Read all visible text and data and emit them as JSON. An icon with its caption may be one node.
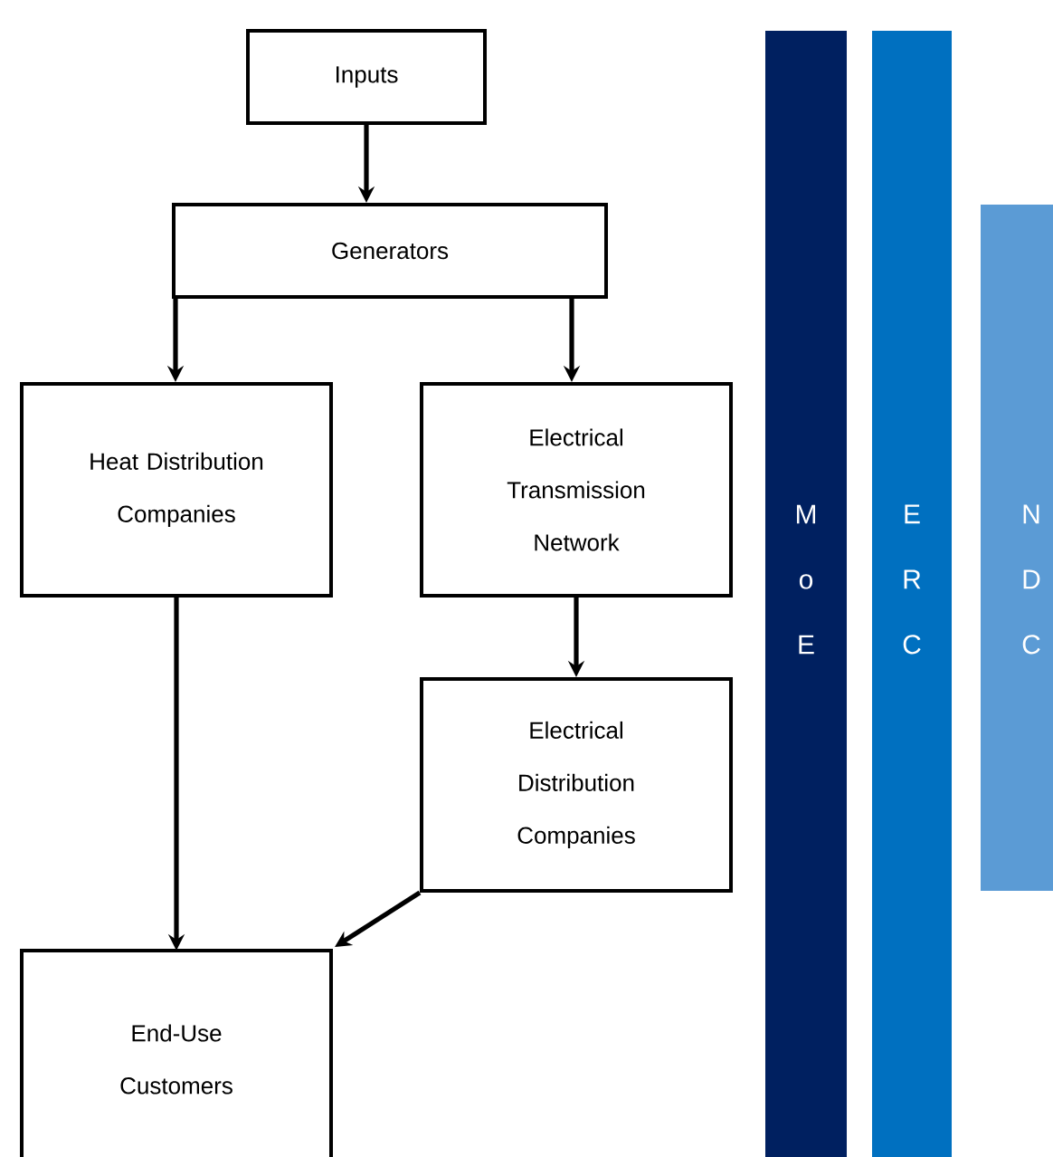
{
  "diagram": {
    "nodes": [
      {
        "text": [
          "Inputs"
        ]
      },
      {
        "text": [
          "Generators"
        ]
      },
      {
        "text": [
          "Heat Distribution Companies"
        ]
      },
      {
        "text": [
          "Electrical Transmission Network"
        ]
      },
      {
        "text": [
          "Electrical Distribution Companies"
        ]
      },
      {
        "text": [
          "End-Use Customers"
        ]
      },
      {
        "text": [
          "M o E"
        ]
      },
      {
        "text": [
          "E R C"
        ]
      },
      {
        "text": [
          "N D C"
        ]
      }
    ],
    "edges": [
      {
        "from": 0,
        "to": 1,
        "arrow": "to"
      },
      {
        "from": 1,
        "to": 2,
        "arrow": "to"
      },
      {
        "from": 1,
        "to": 3,
        "arrow": "to"
      },
      {
        "from": 3,
        "to": 4,
        "arrow": "to"
      },
      {
        "from": 2,
        "to": 5,
        "arrow": "to"
      },
      {
        "from": 4,
        "to": 5,
        "arrow": "to"
      }
    ]
  }
}
